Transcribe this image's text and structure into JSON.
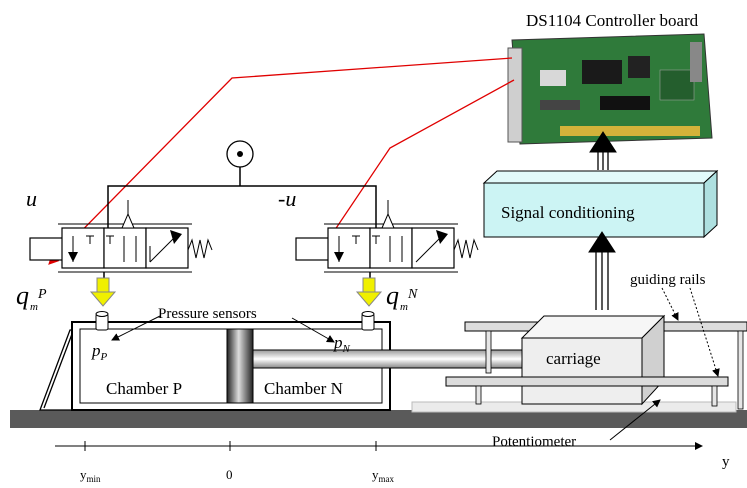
{
  "labels": {
    "controller": "DS1104  Controller board",
    "signal_conditioning": "Signal conditioning",
    "guiding_rails": "guiding rails",
    "pressure_sensors": "Pressure sensors",
    "chamber_p": "Chamber P",
    "chamber_n": "Chamber N",
    "carriage": "carriage",
    "potentiometer": "Potentiometer"
  },
  "symbols": {
    "u": "u",
    "minus_u": "-u",
    "q_letter": "q",
    "sub_m": "m",
    "sup_p": "P",
    "sup_n": "N",
    "p_letter": "p",
    "sub_p": "P",
    "sub_n": "N"
  },
  "axis": {
    "y_label": "y",
    "ticks": [
      {
        "base": "y",
        "sub": "min"
      },
      {
        "base": "0",
        "sub": ""
      },
      {
        "base": "y",
        "sub": "max"
      }
    ]
  },
  "colors": {
    "signal_wire": "#e00000",
    "valve_arrow": "#e00000",
    "flow_arrow": "#f0f000",
    "signal_box": "#ccf4f4",
    "carriage": "#eeeeee",
    "ground": "#5a5a5a",
    "pcb": "#2f7a3a"
  },
  "icons": [
    "pressure-source-icon",
    "spring-icon",
    "solenoid-icon",
    "pcb-board-icon"
  ]
}
